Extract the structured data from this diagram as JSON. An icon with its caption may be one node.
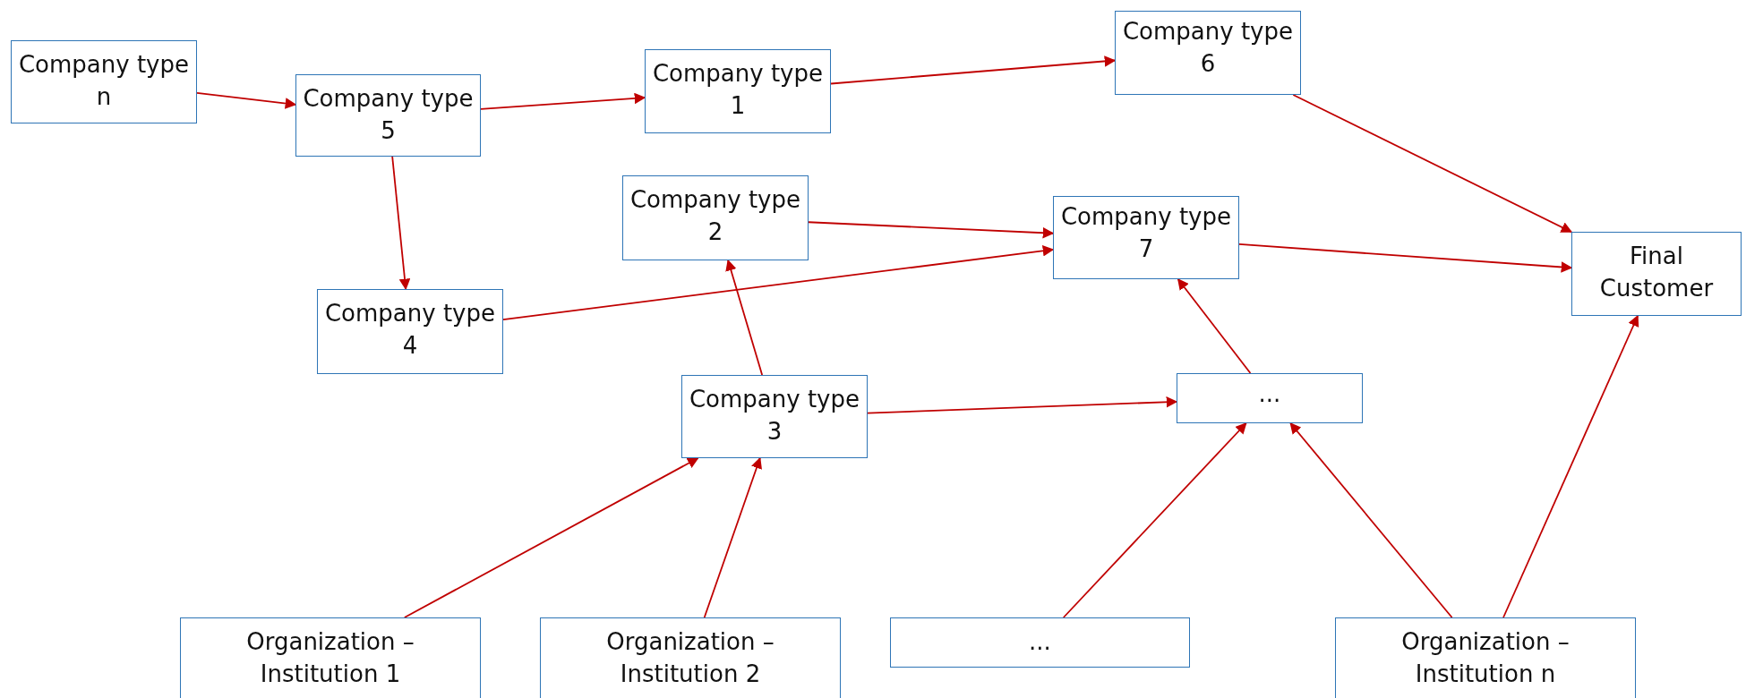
{
  "diagram": {
    "nodes": [
      {
        "text": [
          "Company type n"
        ]
      },
      {
        "text": [
          "Company type 5"
        ]
      },
      {
        "text": [
          "Company type 1"
        ]
      },
      {
        "text": [
          "Company type 6"
        ]
      },
      {
        "text": [
          "Company type 2"
        ]
      },
      {
        "text": [
          "Company type 7"
        ]
      },
      {
        "text": [
          "Final Customer"
        ]
      },
      {
        "text": [
          "Company type 4"
        ]
      },
      {
        "text": [
          "Company type 3"
        ]
      },
      {
        "text": [
          "..."
        ]
      },
      {
        "text": [
          "Organization – Institution 1"
        ]
      },
      {
        "text": [
          "Organization – Institution 2"
        ]
      },
      {
        "text": [
          "..."
        ]
      },
      {
        "text": [
          "Organization – Institution n"
        ]
      }
    ],
    "edges": [
      {
        "from": 0,
        "to": 1,
        "arrow": "to"
      },
      {
        "from": 1,
        "to": 2,
        "arrow": "to"
      },
      {
        "from": 2,
        "to": 3,
        "arrow": "to"
      },
      {
        "from": 3,
        "to": 6,
        "arrow": "to"
      },
      {
        "from": 1,
        "to": 7,
        "arrow": "to"
      },
      {
        "from": 4,
        "to": 5,
        "arrow": "to"
      },
      {
        "from": 7,
        "to": 5,
        "arrow": "to"
      },
      {
        "from": 5,
        "to": 6,
        "arrow": "to"
      },
      {
        "from": 8,
        "to": 4,
        "arrow": "to"
      },
      {
        "from": 8,
        "to": 9,
        "arrow": "to"
      },
      {
        "from": 9,
        "to": 5,
        "arrow": "to"
      },
      {
        "from": 10,
        "to": 8,
        "arrow": "to"
      },
      {
        "from": 11,
        "to": 8,
        "arrow": "to"
      },
      {
        "from": 12,
        "to": 9,
        "arrow": "to"
      },
      {
        "from": 13,
        "to": 9,
        "arrow": "to"
      },
      {
        "from": 13,
        "to": 6,
        "arrow": "to"
      }
    ]
  }
}
